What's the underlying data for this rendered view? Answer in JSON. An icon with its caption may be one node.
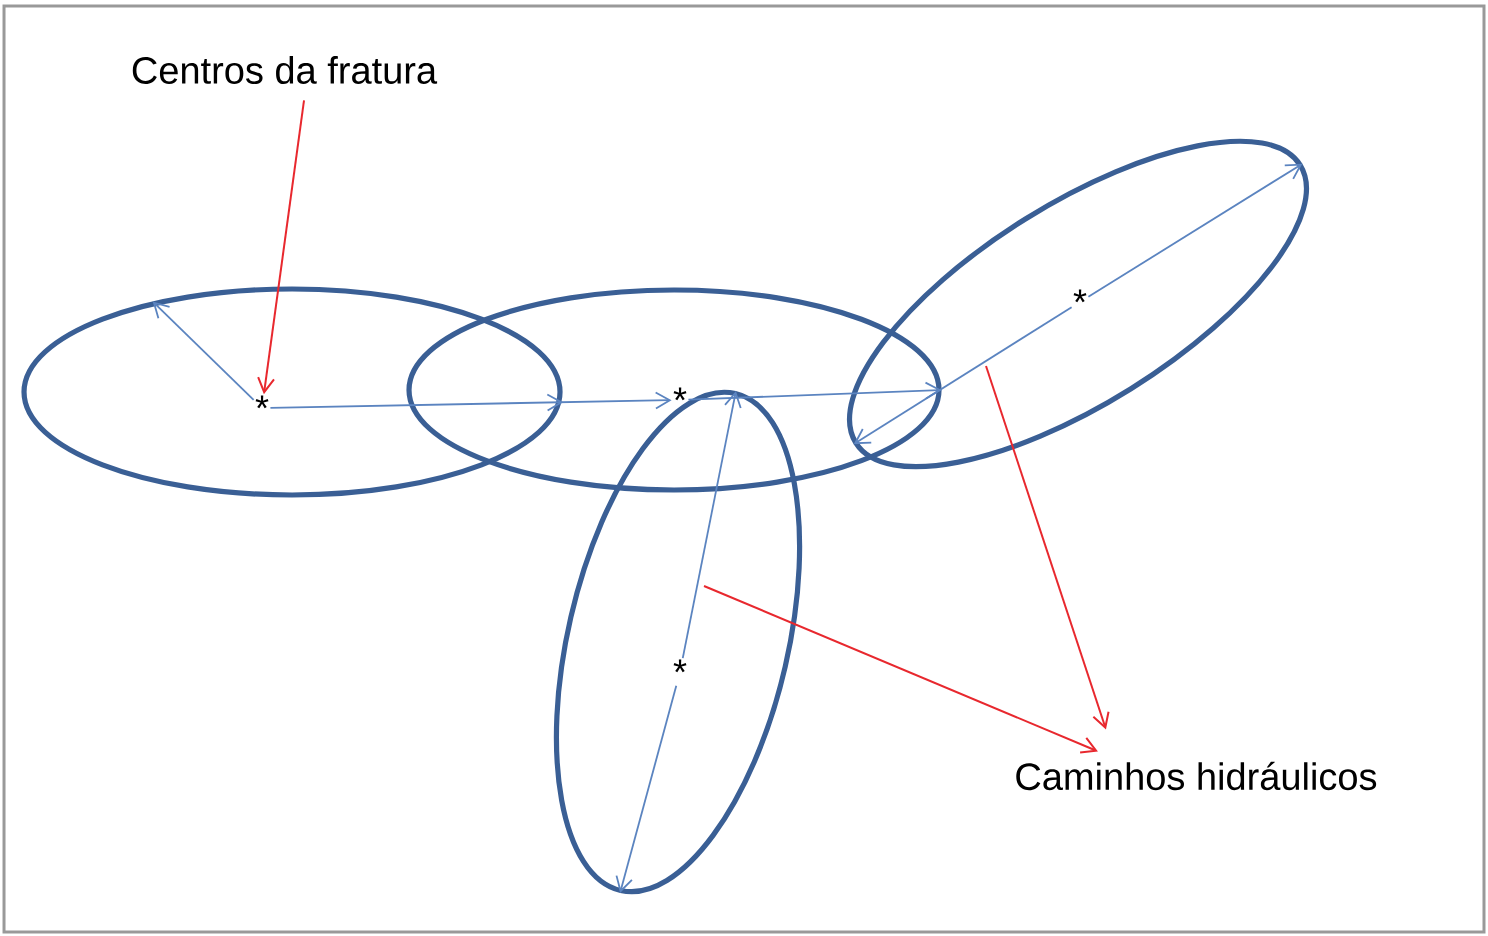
{
  "diagram": {
    "nodes": [
      {
        "text": [
          "Centros da fratura"
        ]
      },
      {
        "text": [],
        "shape": "ellipse"
      },
      {
        "text": [
          "*"
        ],
        "in": 1
      },
      {
        "text": [],
        "shape": "ellipse"
      },
      {
        "text": [
          "*"
        ],
        "in": 3
      },
      {
        "text": [],
        "shape": "ellipse"
      },
      {
        "text": [
          "*"
        ],
        "in": 5
      },
      {
        "text": [],
        "shape": "ellipse"
      },
      {
        "text": [
          "*"
        ],
        "in": 7
      },
      {
        "text": [
          "Caminhos hidráulicos"
        ]
      }
    ],
    "edges": [
      {
        "from": 0,
        "to": 2,
        "arrow": "to",
        "color": "#e8282e"
      },
      {
        "from": 2,
        "to": 1,
        "arrow": "to"
      },
      {
        "from": 2,
        "to": 4,
        "arrow": "to"
      },
      {
        "from": 4,
        "to": 3,
        "arrow": "to"
      },
      {
        "from": 8,
        "to": 7,
        "arrow": "to"
      },
      {
        "from": 8,
        "to": 7,
        "arrow": "to"
      },
      {
        "from": 6,
        "to": 5,
        "arrow": "to"
      },
      {
        "from": 6,
        "to": 5,
        "arrow": "to"
      },
      {
        "from": null,
        "to": 9,
        "arrow": "to",
        "color": "#e8282e"
      },
      {
        "from": null,
        "to": 9,
        "arrow": "to",
        "color": "#e8282e"
      }
    ]
  }
}
